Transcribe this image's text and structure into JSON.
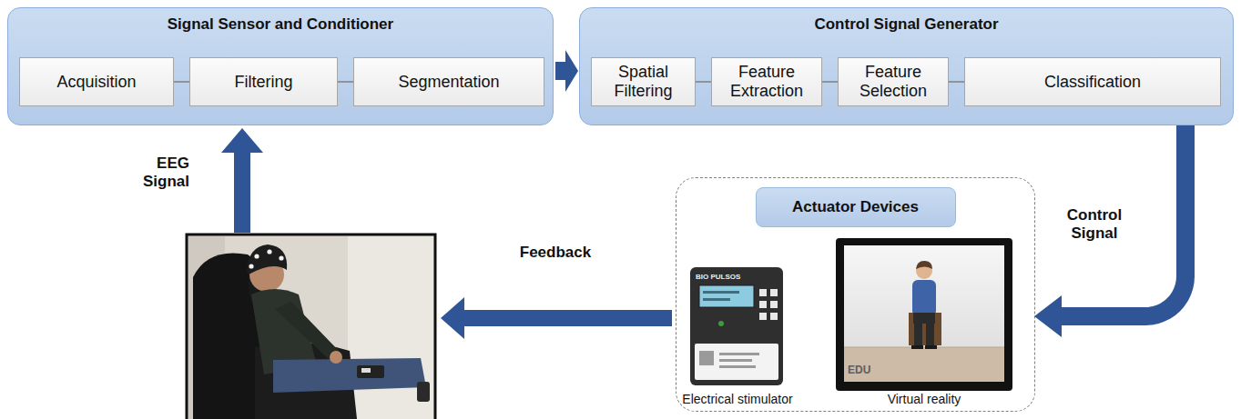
{
  "diagram": {
    "nodes": [
      {
        "text": [
          "Signal Sensor and Conditioner"
        ]
      },
      {
        "text": [
          "Acquisition"
        ],
        "in": 0
      },
      {
        "text": [
          "Filtering"
        ],
        "in": 0
      },
      {
        "text": [
          "Segmentation"
        ],
        "in": 0
      },
      {
        "text": [
          "Control Signal Generator"
        ]
      },
      {
        "text": [
          "Spatial Filtering"
        ],
        "in": 4
      },
      {
        "text": [
          "Feature Extraction"
        ],
        "in": 4
      },
      {
        "text": [
          "Feature Selection"
        ],
        "in": 4
      },
      {
        "text": [
          "Classification"
        ],
        "in": 4
      },
      {
        "text": [
          "Actuator Devices"
        ]
      }
    ],
    "edges": [
      {
        "from": 1,
        "to": 2,
        "arrow": "none"
      },
      {
        "from": 2,
        "to": 3,
        "arrow": "none"
      },
      {
        "from": 0,
        "to": 4,
        "arrow": "to"
      },
      {
        "from": 5,
        "to": 6,
        "arrow": "none"
      },
      {
        "from": 6,
        "to": 7,
        "arrow": "none"
      },
      {
        "from": 7,
        "to": 8,
        "arrow": "none"
      },
      {
        "from": 4,
        "to": 9,
        "label": "Control Signal",
        "arrow": "to"
      }
    ],
    "labels": [
      "EEG Signal",
      "Feedback",
      "BIO PULSOS",
      "EDU",
      "Electrical stimulator",
      "Virtual reality"
    ]
  }
}
